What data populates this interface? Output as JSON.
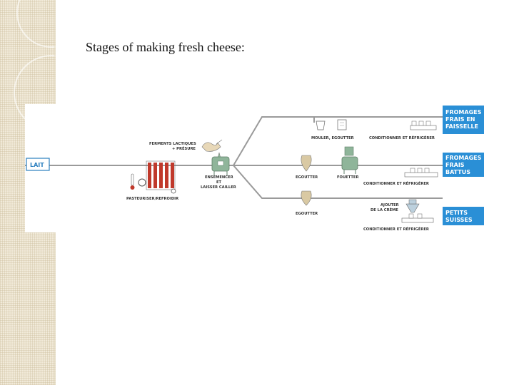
{
  "slide": {
    "title": "Stages of making fresh cheese:"
  },
  "diagram": {
    "input_label": "LAIT",
    "ferments_label": [
      "FERMENTS LACTIQUES",
      "+ PRÉSURE"
    ],
    "pasteuriser_label": "PASTEURISER/REFROIDIR",
    "ensemencer_label": [
      "ENSEMENCER",
      "ET",
      "LAISSER CAILLER"
    ],
    "branch_top": {
      "step1": "MOULER, EGOUTTER",
      "step2": "CONDITIONNER ET RÉFRIGÉRER",
      "result": [
        "FROMAGES",
        "FRAIS EN",
        "FAISSELLE"
      ]
    },
    "branch_middle": {
      "step1": "EGOUTTER",
      "step2": "FOUETTER",
      "step3": "CONDITIONNER ET RÉFRIGÉRER",
      "result": [
        "FROMAGES",
        "FRAIS",
        "BATTUS"
      ]
    },
    "branch_bottom": {
      "step1": "EGOUTTER",
      "step2": [
        "AJOUTER",
        "DE LA CRÈME"
      ],
      "step3": "CONDITIONNER ET RÉFRIGÉRER",
      "result": [
        "PETITS",
        "SUISSES"
      ]
    },
    "colors": {
      "result_box": "#2a8fd6",
      "lait_border": "#2a7fbf",
      "tank_green": "#8fb59a",
      "pipe": "#9a9a9a",
      "heater_red": "#c0392b"
    }
  }
}
